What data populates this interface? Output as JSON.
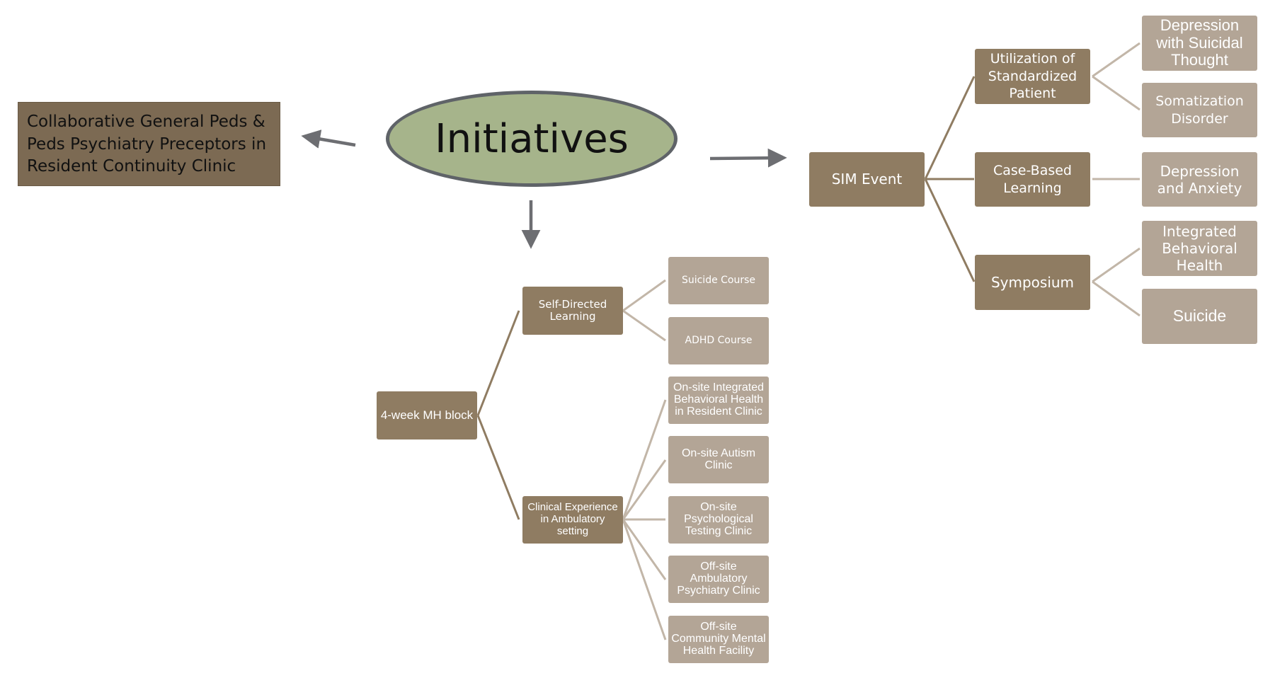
{
  "colors": {
    "branch_dark": "#8f7c62",
    "leaf_light": "#b3a596",
    "ellipse_fill": "#a6b48b",
    "ellipse_border": "#5f6368",
    "collab_fill": "#7c6a53",
    "arrow": "#6d6e72",
    "line_dark": "#8f7c62",
    "line_light": "#c2b6a8"
  },
  "center": {
    "label": "Initiatives"
  },
  "left_node": {
    "label": "Collaborative General Peds & Peds Psychiatry Preceptors in Resident Continuity Clinic"
  },
  "sim": {
    "root": "SIM Event",
    "branches": [
      {
        "label": "Utilization of Standardized Patient",
        "leaves": [
          "Depression with Suicidal Thought",
          "Somatization Disorder"
        ]
      },
      {
        "label": "Case-Based Learning",
        "leaves": [
          "Depression and Anxiety"
        ]
      },
      {
        "label": "Symposium",
        "leaves": [
          "Integrated Behavioral Health",
          "Suicide"
        ]
      }
    ]
  },
  "block": {
    "root": "4-week MH block",
    "branches": [
      {
        "label": "Self-Directed Learning",
        "leaves": [
          "Suicide Course",
          "ADHD Course"
        ]
      },
      {
        "label": "Clinical Experience in Ambulatory setting",
        "leaves": [
          "On-site Integrated Behavioral Health in Resident Clinic",
          "On-site Autism Clinic",
          "On-site Psychological Testing Clinic",
          "Off-site Ambulatory Psychiatry Clinic",
          "Off-site Community Mental Health Facility"
        ]
      }
    ]
  }
}
